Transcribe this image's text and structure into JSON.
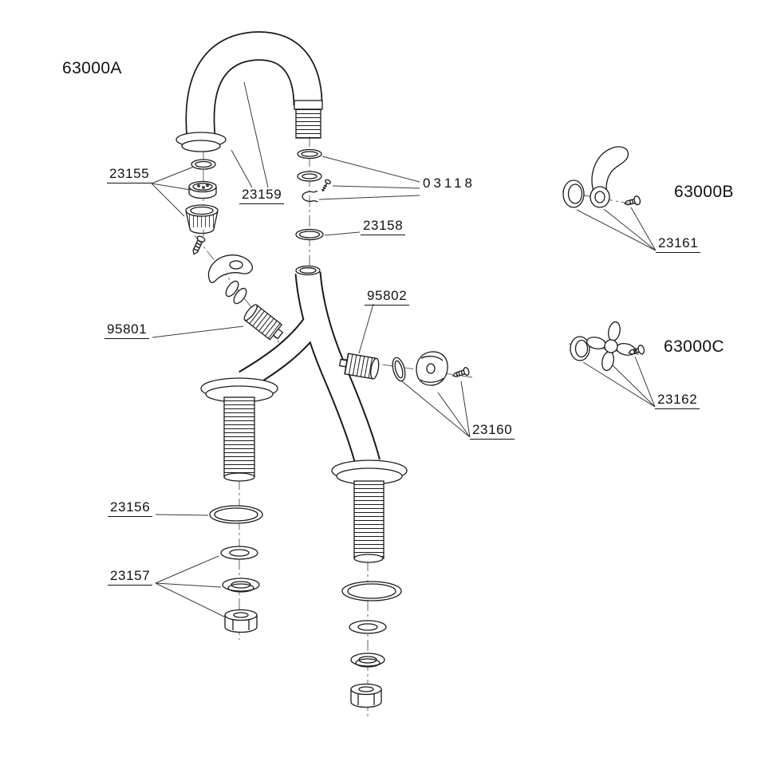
{
  "diagram": {
    "kind": "exploded-parts-diagram",
    "line_color": "#1a1a1a",
    "background": "#ffffff",
    "labels": {
      "63000A": "63000A",
      "63000B": "63000B",
      "63000C": "63000C",
      "23155": "23155",
      "23159": "23159",
      "03118": "03118",
      "23158": "23158",
      "95801": "95801",
      "95802": "95802",
      "23160": "23160",
      "23156": "23156",
      "23157": "23157",
      "23161": "23161",
      "23162": "23162"
    },
    "assemblies": [
      {
        "id": "63000A",
        "parts": [
          "23155",
          "23159",
          "03118",
          "23158",
          "95801",
          "95802",
          "23160",
          "23156",
          "23157"
        ]
      },
      {
        "id": "63000B",
        "parts": [
          "23161"
        ]
      },
      {
        "id": "63000C",
        "parts": [
          "23162"
        ]
      }
    ]
  }
}
